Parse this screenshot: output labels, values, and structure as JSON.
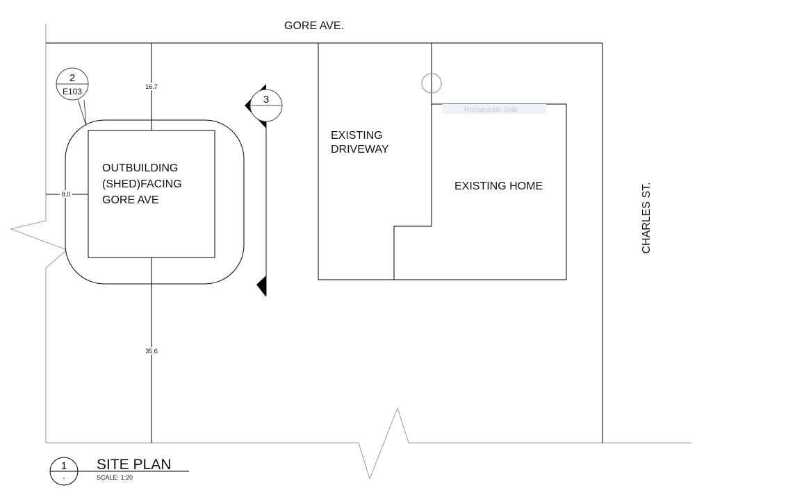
{
  "streets": {
    "north": "GORE AVE.",
    "east": "CHARLES ST."
  },
  "outbuilding": {
    "label_line1": "OUTBUILDING",
    "label_line2": "(SHED)FACING",
    "label_line3": "GORE AVE"
  },
  "driveway": {
    "label_line1": "EXISTING",
    "label_line2": "DRIVEWAY"
  },
  "home": {
    "label": "EXISTING HOME",
    "faint_tag": "Rectangular Slab"
  },
  "dimensions": {
    "north_setback": "16.7",
    "west_setback": "8.0",
    "south_setback": "35.6"
  },
  "callouts": {
    "detail_number": "2",
    "detail_sheet": "E103",
    "section_number": "3"
  },
  "title_block": {
    "view_number": "1",
    "view_sheet": "-",
    "title": "SITE PLAN",
    "scale": "SCALE: 1:20"
  }
}
